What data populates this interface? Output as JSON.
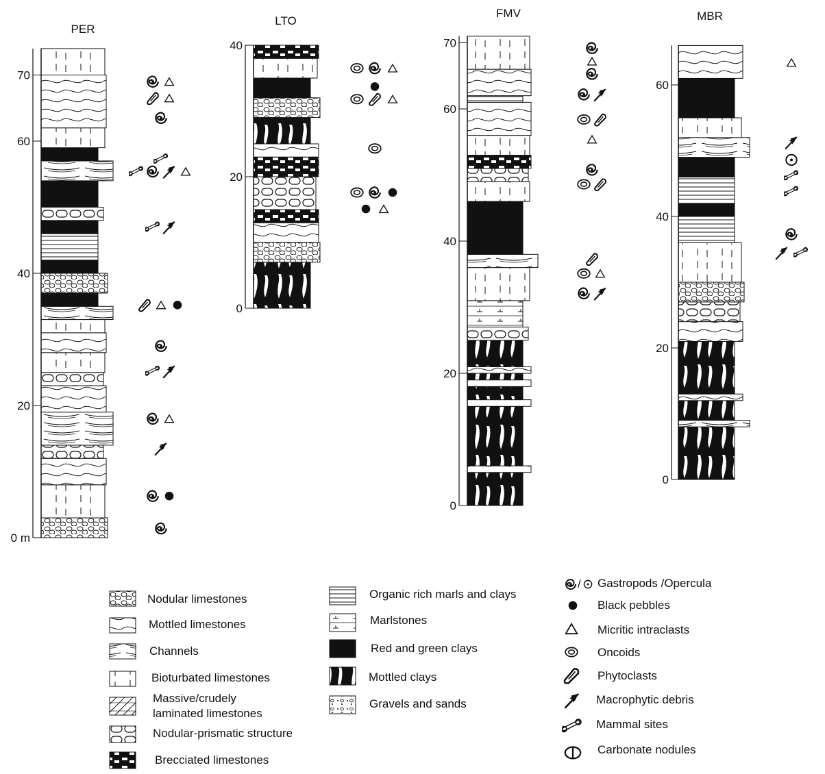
{
  "sections": [
    {
      "id": "per",
      "name": "PER",
      "ticks": [
        {
          "label": "0 m",
          "value": 0
        },
        {
          "label": "20",
          "value": 20
        },
        {
          "label": "40",
          "value": 40
        },
        {
          "label": "60",
          "value": 60
        },
        {
          "label": "70",
          "value": 70
        }
      ],
      "top_value": 74,
      "layers": [
        {
          "from": 0,
          "to": 3,
          "type": "nodular"
        },
        {
          "from": 3,
          "to": 8,
          "type": "bioturbated"
        },
        {
          "from": 8,
          "to": 12,
          "type": "mottled"
        },
        {
          "from": 12,
          "to": 14,
          "type": "prismatic"
        },
        {
          "from": 14,
          "to": 19,
          "type": "channels"
        },
        {
          "from": 19,
          "to": 23,
          "type": "mottled"
        },
        {
          "from": 23,
          "to": 25,
          "type": "prismatic"
        },
        {
          "from": 25,
          "to": 28,
          "type": "bioturbated"
        },
        {
          "from": 28,
          "to": 31,
          "type": "mottled"
        },
        {
          "from": 31,
          "to": 33,
          "type": "bioturbated"
        },
        {
          "from": 33,
          "to": 35,
          "type": "channels"
        },
        {
          "from": 35,
          "to": 37,
          "type": "black"
        },
        {
          "from": 37,
          "to": 40,
          "type": "nodular"
        },
        {
          "from": 40,
          "to": 42,
          "type": "black"
        },
        {
          "from": 42,
          "to": 46,
          "type": "organic"
        },
        {
          "from": 46,
          "to": 48,
          "type": "black"
        },
        {
          "from": 48,
          "to": 50,
          "type": "prismatic"
        },
        {
          "from": 50,
          "to": 54,
          "type": "black"
        },
        {
          "from": 54,
          "to": 57,
          "type": "channels"
        },
        {
          "from": 57,
          "to": 59,
          "type": "black"
        },
        {
          "from": 59,
          "to": 62,
          "type": "bioturbated"
        },
        {
          "from": 62,
          "to": 70,
          "type": "mottled"
        },
        {
          "from": 70,
          "to": 74,
          "type": "bioturbated"
        }
      ],
      "symbols": [
        {
          "value": 69,
          "items": [
            "gastropod",
            "intraclast"
          ]
        },
        {
          "value": 66.5,
          "items": [
            "phytoclast",
            "intraclast"
          ]
        },
        {
          "value": 63.5,
          "items": [
            "gastropod"
          ]
        },
        {
          "value": 57.3,
          "items": [
            "mammal"
          ]
        },
        {
          "value": 55.4,
          "items": [
            "mammal",
            "gastropod",
            "macrophyte",
            "intraclast"
          ]
        },
        {
          "value": 47,
          "items": [
            "mammal",
            "macrophyte"
          ]
        },
        {
          "value": 35.2,
          "items": [
            "phytoclast",
            "intraclast",
            "pebble"
          ]
        },
        {
          "value": 29,
          "items": [
            "gastropod"
          ]
        },
        {
          "value": 25.2,
          "items": [
            "mammal",
            "macrophyte"
          ]
        },
        {
          "value": 18,
          "items": [
            "gastropod",
            "intraclast"
          ]
        },
        {
          "value": 13.5,
          "items": [
            "macrophyte"
          ]
        },
        {
          "value": 6.3,
          "items": [
            "gastropod",
            "pebble"
          ]
        },
        {
          "value": 1.4,
          "items": [
            "gastropod"
          ]
        }
      ]
    },
    {
      "id": "lto",
      "name": "LTO",
      "ticks": [
        {
          "label": "0",
          "value": 0
        },
        {
          "label": "20",
          "value": 20
        },
        {
          "label": "40",
          "value": 40
        }
      ],
      "top_value": 40,
      "layers": [
        {
          "from": 0,
          "to": 7,
          "type": "mottledclay"
        },
        {
          "from": 7,
          "to": 10,
          "type": "nodular"
        },
        {
          "from": 10,
          "to": 13,
          "type": "mottled"
        },
        {
          "from": 13,
          "to": 15,
          "type": "brecciated"
        },
        {
          "from": 15,
          "to": 20,
          "type": "prismatic"
        },
        {
          "from": 20,
          "to": 23,
          "type": "brecciated"
        },
        {
          "from": 23,
          "to": 25,
          "type": "mottled"
        },
        {
          "from": 25,
          "to": 29,
          "type": "mottledclay"
        },
        {
          "from": 29,
          "to": 32,
          "type": "nodular"
        },
        {
          "from": 32,
          "to": 35,
          "type": "black"
        },
        {
          "from": 35,
          "to": 38,
          "type": "bioturbated"
        },
        {
          "from": 38,
          "to": 40,
          "type": "brecciated"
        }
      ],
      "symbols": [
        {
          "value": 36.5,
          "items": [
            "oncoid",
            "gastropod",
            "intraclast"
          ]
        },
        {
          "value": 33.7,
          "items": [
            "pebble"
          ]
        },
        {
          "value": 31.8,
          "items": [
            "oncoid",
            "phytoclast",
            "intraclast"
          ]
        },
        {
          "value": 24.3,
          "items": [
            "oncoid"
          ]
        },
        {
          "value": 17.6,
          "items": [
            "oncoid",
            "gastropod",
            "pebble"
          ]
        },
        {
          "value": 15.1,
          "items": [
            "pebble",
            "intraclast"
          ]
        }
      ]
    },
    {
      "id": "fmv",
      "name": "FMV",
      "ticks": [
        {
          "label": "0",
          "value": 0
        },
        {
          "label": "20",
          "value": 20
        },
        {
          "label": "40",
          "value": 40
        },
        {
          "label": "60",
          "value": 60
        },
        {
          "label": "70",
          "value": 70
        }
      ],
      "top_value": 71,
      "layers": [
        {
          "from": 0,
          "to": 5,
          "type": "mottledclay"
        },
        {
          "from": 5,
          "to": 6,
          "type": "mottled"
        },
        {
          "from": 6,
          "to": 15,
          "type": "mottledclay"
        },
        {
          "from": 15,
          "to": 16,
          "type": "mottled"
        },
        {
          "from": 16,
          "to": 18,
          "type": "mottledclay"
        },
        {
          "from": 18,
          "to": 19,
          "type": "mottled"
        },
        {
          "from": 19,
          "to": 20,
          "type": "mottledclay"
        },
        {
          "from": 20,
          "to": 21,
          "type": "mottled"
        },
        {
          "from": 21,
          "to": 25,
          "type": "mottledclay"
        },
        {
          "from": 25,
          "to": 27,
          "type": "prismatic"
        },
        {
          "from": 27,
          "to": 31,
          "type": "marlstone"
        },
        {
          "from": 31,
          "to": 36,
          "type": "bioturbated"
        },
        {
          "from": 36,
          "to": 38,
          "type": "channels"
        },
        {
          "from": 38,
          "to": 46,
          "type": "black"
        },
        {
          "from": 46,
          "to": 49,
          "type": "bioturbated"
        },
        {
          "from": 49,
          "to": 51,
          "type": "prismatic"
        },
        {
          "from": 51,
          "to": 53,
          "type": "brecciated"
        },
        {
          "from": 53,
          "to": 56,
          "type": "bioturbated"
        },
        {
          "from": 56,
          "to": 61,
          "type": "mottled"
        },
        {
          "from": 61,
          "to": 62,
          "type": "organic"
        },
        {
          "from": 62,
          "to": 66,
          "type": "mottled"
        },
        {
          "from": 66,
          "to": 71,
          "type": "bioturbated"
        }
      ],
      "symbols": [
        {
          "value": 69.2,
          "items": [
            "gastropod"
          ]
        },
        {
          "value": 67.2,
          "items": [
            "intraclast"
          ]
        },
        {
          "value": 65.3,
          "items": [
            "gastropod"
          ]
        },
        {
          "value": 62.2,
          "items": [
            "gastropod",
            "macrophyte"
          ]
        },
        {
          "value": 58.4,
          "items": [
            "oncoid",
            "phytoclast"
          ]
        },
        {
          "value": 55.4,
          "items": [
            "intraclast"
          ]
        },
        {
          "value": 50.8,
          "items": [
            "gastropod"
          ]
        },
        {
          "value": 48.6,
          "items": [
            "oncoid",
            "phytoclast"
          ]
        },
        {
          "value": 37.3,
          "items": [
            "phytoclast"
          ]
        },
        {
          "value": 35.1,
          "items": [
            "oncoid",
            "intraclast"
          ]
        },
        {
          "value": 32.1,
          "items": [
            "gastropod",
            "macrophyte"
          ]
        }
      ]
    },
    {
      "id": "mbr",
      "name": "MBR",
      "ticks": [
        {
          "label": "0",
          "value": 0
        },
        {
          "label": "20",
          "value": 20
        },
        {
          "label": "40",
          "value": 40
        },
        {
          "label": "60",
          "value": 60
        }
      ],
      "top_value": 66,
      "layers": [
        {
          "from": 0,
          "to": 8,
          "type": "mottledclay"
        },
        {
          "from": 8,
          "to": 9,
          "type": "channels"
        },
        {
          "from": 9,
          "to": 12,
          "type": "mottledclay"
        },
        {
          "from": 12,
          "to": 13,
          "type": "mottled"
        },
        {
          "from": 13,
          "to": 21,
          "type": "mottledclay"
        },
        {
          "from": 21,
          "to": 24,
          "type": "mottled"
        },
        {
          "from": 24,
          "to": 27,
          "type": "prismatic"
        },
        {
          "from": 27,
          "to": 30,
          "type": "nodular"
        },
        {
          "from": 30,
          "to": 36,
          "type": "bioturbated"
        },
        {
          "from": 36,
          "to": 40,
          "type": "organic"
        },
        {
          "from": 40,
          "to": 42,
          "type": "black"
        },
        {
          "from": 42,
          "to": 46,
          "type": "organic"
        },
        {
          "from": 46,
          "to": 49,
          "type": "black"
        },
        {
          "from": 49,
          "to": 52,
          "type": "channels"
        },
        {
          "from": 52,
          "to": 55,
          "type": "bioturbated"
        },
        {
          "from": 55,
          "to": 61,
          "type": "black"
        },
        {
          "from": 61,
          "to": 66,
          "type": "mottled"
        }
      ],
      "symbols": [
        {
          "value": 63.4,
          "items": [
            "intraclast"
          ]
        },
        {
          "value": 51.3,
          "items": [
            "macrophyte"
          ]
        },
        {
          "value": 48.6,
          "items": [
            "operculum"
          ]
        },
        {
          "value": 46.2,
          "items": [
            "mammal"
          ]
        },
        {
          "value": 43.8,
          "items": [
            "mammal"
          ]
        },
        {
          "value": 37.3,
          "items": [
            "gastropod"
          ]
        },
        {
          "value": 34.5,
          "items": [
            "macrophyte",
            "mammal"
          ]
        }
      ]
    }
  ],
  "legend": {
    "lithology_left": [
      {
        "icon": "nodular",
        "label": "Nodular limestones"
      },
      {
        "icon": "mottled",
        "label": "Mottled limestones"
      },
      {
        "icon": "channels",
        "label": "Channels"
      },
      {
        "icon": "bioturbated",
        "label": "Bioturbated limestones"
      },
      {
        "icon": "massive",
        "label": "Massive/crudely",
        "label2": "laminated limestones"
      },
      {
        "icon": "prismatic",
        "label": "Nodular-prismatic structure"
      },
      {
        "icon": "brecciated",
        "label": "Brecciated limestones"
      }
    ],
    "lithology_mid": [
      {
        "icon": "organic",
        "label": "Organic rich marls and clays"
      },
      {
        "icon": "marlstone",
        "label": "Marlstones"
      },
      {
        "icon": "black",
        "label": "Red and green clays"
      },
      {
        "icon": "mottledclay",
        "label": "Mottled clays"
      },
      {
        "icon": "gravels",
        "label": "Gravels and sands"
      }
    ],
    "components": [
      {
        "icon": "gastro-opercula",
        "label": "Gastropods /Opercula"
      },
      {
        "icon": "pebble",
        "label": "Black pebbles"
      },
      {
        "icon": "intraclast",
        "label": "Micritic intraclasts"
      },
      {
        "icon": "oncoid",
        "label": "Oncoids"
      },
      {
        "icon": "phytoclast",
        "label": "Phytoclasts"
      },
      {
        "icon": "macrophyte",
        "label": "Macrophytic debris"
      },
      {
        "icon": "mammal",
        "label": "Mammal sites"
      },
      {
        "icon": "nodule",
        "label": "Carbonate nodules"
      }
    ]
  }
}
